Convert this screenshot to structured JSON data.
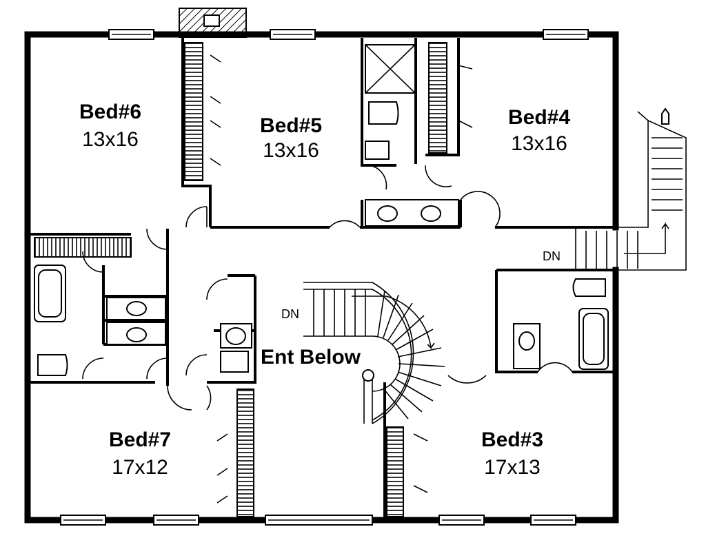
{
  "rooms": {
    "bed6": {
      "name": "Bed#6",
      "size": "13x16"
    },
    "bed5": {
      "name": "Bed#5",
      "size": "13x16"
    },
    "bed4": {
      "name": "Bed#4",
      "size": "13x16"
    },
    "bed7": {
      "name": "Bed#7",
      "size": "17x12"
    },
    "bed3": {
      "name": "Bed#3",
      "size": "17x13"
    }
  },
  "labels": {
    "entry": "Ent Below",
    "stair_down_main": "DN",
    "stair_down_rear": "DN"
  }
}
